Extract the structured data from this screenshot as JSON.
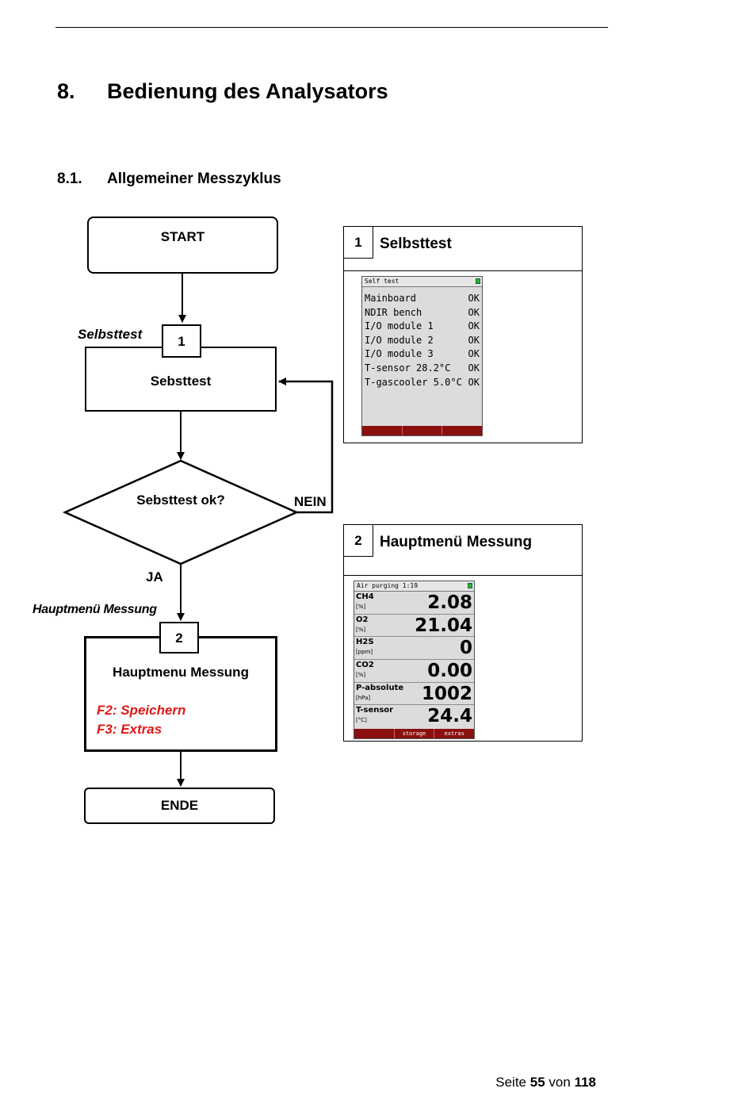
{
  "heading": {
    "number": "8.",
    "title": "Bedienung des Analysators"
  },
  "subheading": {
    "number": "8.1.",
    "title": "Allgemeiner Messzyklus"
  },
  "flowchart": {
    "start": "START",
    "step1_label": "Selbsttest",
    "step1_number": "1",
    "step1_box": "Sebsttest",
    "decision": "Sebsttest ok?",
    "no_label": "NEIN",
    "yes_label": "JA",
    "step2_label": "Hauptmenü Messung",
    "step2_number": "2",
    "step2_box": "Hauptmenu Messung",
    "f2": "F2: Speichern",
    "f3": "F3: Extras",
    "end": "ENDE"
  },
  "panel1": {
    "number": "1",
    "title": "Selbsttest",
    "screen_title": "Self test",
    "rows": [
      {
        "name": "Mainboard",
        "status": "OK"
      },
      {
        "name": "NDIR bench",
        "status": "OK"
      },
      {
        "name": "I/O module 1",
        "status": "OK"
      },
      {
        "name": "I/O module 2",
        "status": "OK"
      },
      {
        "name": "I/O module 3",
        "status": "OK"
      },
      {
        "name": "T-sensor 28.2°C",
        "status": "OK"
      },
      {
        "name": "T-gascooler 5.0°C",
        "status": "OK"
      }
    ],
    "softkeys": [
      "",
      "",
      ""
    ]
  },
  "panel2": {
    "number": "2",
    "title": "Hauptmenü Messung",
    "screen_title": "Air purging  1:19",
    "rows": [
      {
        "name": "CH4",
        "unit": "[%]",
        "value": "2.08"
      },
      {
        "name": "O2",
        "unit": "[%]",
        "value": "21.04"
      },
      {
        "name": "H2S",
        "unit": "[ppm]",
        "value": "0"
      },
      {
        "name": "CO2",
        "unit": "[%]",
        "value": "0.00"
      },
      {
        "name": "P-absolute",
        "unit": "[hPa]",
        "value": "1002"
      },
      {
        "name": "T-sensor",
        "unit": "[°C]",
        "value": "24.4"
      }
    ],
    "softkeys": [
      "",
      "storage",
      "extras"
    ]
  },
  "footer": {
    "prefix": "Seite",
    "page": "55",
    "middle": "von",
    "total": "118"
  },
  "colors": {
    "accent_red": "#e01818",
    "softkey_bar": "#8a1010",
    "led_green": "#2fb12f"
  }
}
